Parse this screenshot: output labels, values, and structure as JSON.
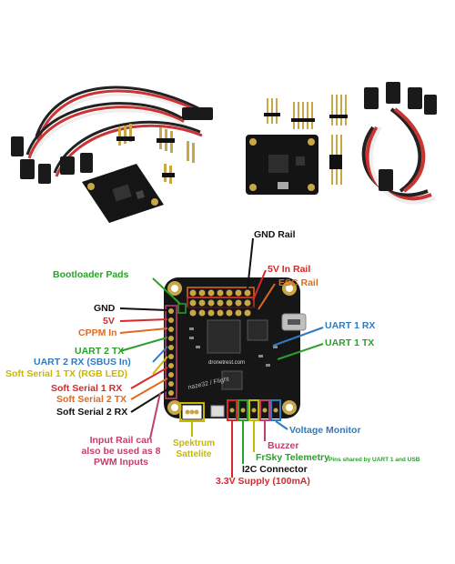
{
  "photo_top_left": {
    "alt_name": "flight-controller-with-servo-cables"
  },
  "photo_top_right": {
    "alt_name": "flight-controller-with-pin-headers"
  },
  "board": {
    "watermark": "dronetrest.com",
    "logo": "naze32 / Flight"
  },
  "labels": {
    "gnd_rail": "GND Rail",
    "five_v_in_rail": "5V In Rail",
    "esc_rail": "ESC Rail",
    "bootloader_pads": "Bootloader Pads",
    "gnd": "GND",
    "five_v": "5V",
    "cppm_in": "CPPM In",
    "uart2_tx": "UART 2 TX",
    "uart2_rx": "UART 2 RX (SBUS In)",
    "soft_serial_1_tx": "Soft Serial 1 TX (RGB LED)",
    "soft_serial_1_rx": "Soft Serial 1 RX",
    "soft_serial_2_tx": "Soft Serial 2 TX",
    "soft_serial_2_rx": "Soft Serial 2 RX",
    "input_rail": "Input Rail can also be used as 8 PWM Inputs",
    "spektrum": "Spektrum Sattelite",
    "uart1_rx": "UART 1 RX",
    "uart1_tx": "UART 1 TX",
    "voltage_monitor": "Voltage Monitor",
    "buzzer": "Buzzer",
    "frsky": "FrSky Telemetry",
    "pins_shared": "Pins shared by UART 1 and USB",
    "i2c": "I2C Connector",
    "supply": "3.3V Supply (100mA)"
  },
  "colors": {
    "green": "#2aa02a",
    "red": "#d8282a",
    "orange": "#e06a1e",
    "blue": "#2e7bc4",
    "yellow": "#c9b800",
    "pink": "#c0406e",
    "black": "#111111",
    "purple": "#7a4fa6",
    "olive": "#8a8a20"
  }
}
